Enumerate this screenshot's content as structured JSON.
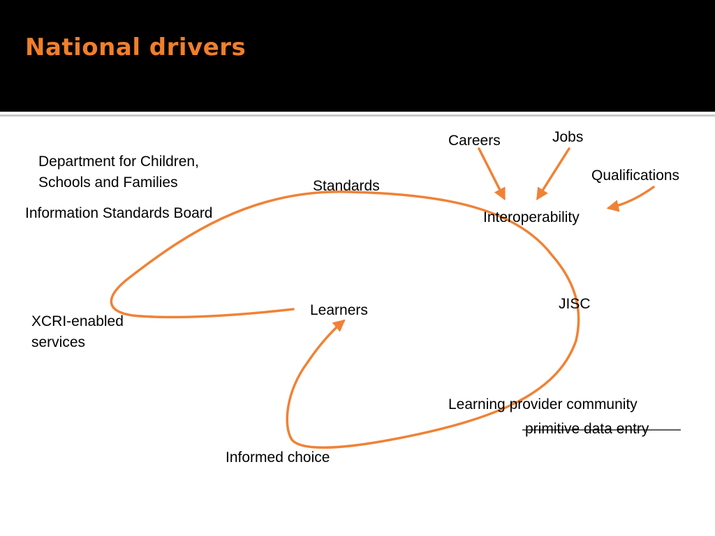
{
  "title": "National drivers",
  "colors": {
    "title_bar": "#000000",
    "title_text": "#f07f2b",
    "connector": "#f08236",
    "rule": "#c9c9c9"
  },
  "diagram": {
    "nodes": {
      "careers": "Careers",
      "jobs": "Jobs",
      "qualifications": "Qualifications",
      "dcsf_line1": "Department for Children,",
      "dcsf_line2": "Schools and Families",
      "standards": "Standards",
      "isb": "Information Standards Board",
      "interoperability": "Interoperability",
      "jisc": "JISC",
      "learners": "Learners",
      "xcri_line1": "XCRI-enabled",
      "xcri_line2": "services",
      "lpc": "Learning provider community",
      "primitive": "primitive data entry",
      "informed_choice": "Informed choice"
    }
  }
}
